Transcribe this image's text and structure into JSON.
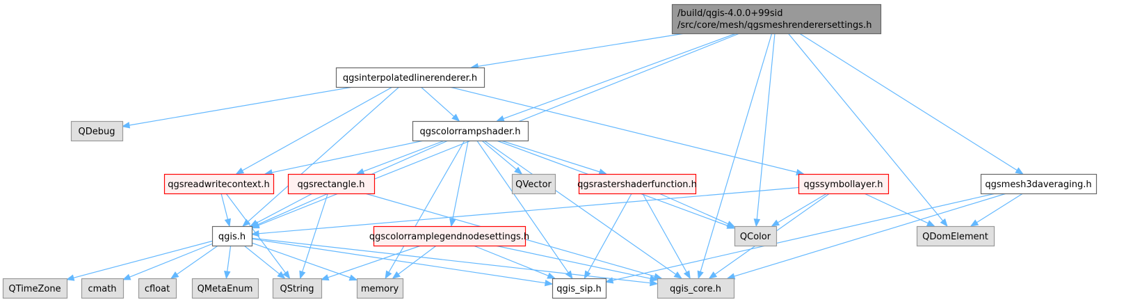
{
  "diagram": {
    "type": "include-dependency-graph",
    "colors": {
      "edge": "#63b8ff",
      "root_fill": "#999999",
      "root_stroke": "#666666",
      "plain_fill": "#ffffff",
      "plain_stroke": "#666666",
      "external_fill": "#e0e0e0",
      "external_stroke": "#999999",
      "truncated_fill": "#fff0f0",
      "truncated_stroke": "#ff0000"
    },
    "nodes": [
      {
        "id": "root",
        "label_lines": [
          "/build/qgis-4.0.0+99sid",
          "/src/core/mesh/qgsmeshrenderersettings.h"
        ],
        "style": "root"
      },
      {
        "id": "qgsinterpolatedlinerenderer",
        "label_lines": [
          "qgsinterpolatedlinerenderer.h"
        ],
        "style": "plain"
      },
      {
        "id": "qgsmesh3daveraging",
        "label_lines": [
          "qgsmesh3daveraging.h"
        ],
        "style": "plain"
      },
      {
        "id": "QDebug",
        "label_lines": [
          "QDebug"
        ],
        "style": "external"
      },
      {
        "id": "qgscolorrampshader",
        "label_lines": [
          "qgscolorrampshader.h"
        ],
        "style": "plain"
      },
      {
        "id": "qgsreadwritecontext",
        "label_lines": [
          "qgsreadwritecontext.h"
        ],
        "style": "truncated"
      },
      {
        "id": "qgsrectangle",
        "label_lines": [
          "qgsrectangle.h"
        ],
        "style": "truncated"
      },
      {
        "id": "QVector",
        "label_lines": [
          "QVector"
        ],
        "style": "external"
      },
      {
        "id": "qgsrastershaderfunction",
        "label_lines": [
          "qgsrastershaderfunction.h"
        ],
        "style": "truncated"
      },
      {
        "id": "qgssymbollayer",
        "label_lines": [
          "qgssymbollayer.h"
        ],
        "style": "truncated"
      },
      {
        "id": "qgis",
        "label_lines": [
          "qgis.h"
        ],
        "style": "plain"
      },
      {
        "id": "qgscolorramplegendnodesettings",
        "label_lines": [
          "qgscolorramplegendnodesettings.h"
        ],
        "style": "truncated"
      },
      {
        "id": "QColor",
        "label_lines": [
          "QColor"
        ],
        "style": "external"
      },
      {
        "id": "QDomElement",
        "label_lines": [
          "QDomElement"
        ],
        "style": "external"
      },
      {
        "id": "QTimeZone",
        "label_lines": [
          "QTimeZone"
        ],
        "style": "external"
      },
      {
        "id": "cmath",
        "label_lines": [
          "cmath"
        ],
        "style": "external"
      },
      {
        "id": "cfloat",
        "label_lines": [
          "cfloat"
        ],
        "style": "external"
      },
      {
        "id": "QMetaEnum",
        "label_lines": [
          "QMetaEnum"
        ],
        "style": "external"
      },
      {
        "id": "QString",
        "label_lines": [
          "QString"
        ],
        "style": "external"
      },
      {
        "id": "memory",
        "label_lines": [
          "memory"
        ],
        "style": "external"
      },
      {
        "id": "qgis_sip",
        "label_lines": [
          "qgis_sip.h"
        ],
        "style": "plain"
      },
      {
        "id": "qgis_core",
        "label_lines": [
          "qgis_core.h"
        ],
        "style": "external"
      }
    ],
    "edges": [
      [
        "root",
        "qgsinterpolatedlinerenderer"
      ],
      [
        "root",
        "qgis"
      ],
      [
        "root",
        "qgscolorrampshader"
      ],
      [
        "root",
        "QColor"
      ],
      [
        "root",
        "QDomElement"
      ],
      [
        "root",
        "qgsmesh3daveraging"
      ],
      [
        "root",
        "qgis_core"
      ],
      [
        "qgsinterpolatedlinerenderer",
        "QDebug"
      ],
      [
        "qgsinterpolatedlinerenderer",
        "qgis"
      ],
      [
        "qgsinterpolatedlinerenderer",
        "qgsreadwritecontext"
      ],
      [
        "qgsinterpolatedlinerenderer",
        "qgscolorrampshader"
      ],
      [
        "qgsinterpolatedlinerenderer",
        "qgssymbollayer"
      ],
      [
        "qgscolorrampshader",
        "qgis"
      ],
      [
        "qgscolorrampshader",
        "qgsreadwritecontext"
      ],
      [
        "qgscolorrampshader",
        "qgsrectangle"
      ],
      [
        "qgscolorrampshader",
        "memory"
      ],
      [
        "qgscolorrampshader",
        "qgscolorramplegendnodesettings"
      ],
      [
        "qgscolorrampshader",
        "qgis_sip"
      ],
      [
        "qgscolorrampshader",
        "QVector"
      ],
      [
        "qgscolorrampshader",
        "qgsrastershaderfunction"
      ],
      [
        "qgscolorrampshader",
        "QColor"
      ],
      [
        "qgscolorrampshader",
        "qgis_core"
      ],
      [
        "qgsreadwritecontext",
        "qgis"
      ],
      [
        "qgsreadwritecontext",
        "QString"
      ],
      [
        "qgsrectangle",
        "qgis"
      ],
      [
        "qgsrectangle",
        "QString"
      ],
      [
        "qgsrectangle",
        "qgis_core"
      ],
      [
        "qgsrastershaderfunction",
        "QColor"
      ],
      [
        "qgsrastershaderfunction",
        "qgis_sip"
      ],
      [
        "qgsrastershaderfunction",
        "qgis_core"
      ],
      [
        "qgssymbollayer",
        "qgis"
      ],
      [
        "qgssymbollayer",
        "QColor"
      ],
      [
        "qgssymbollayer",
        "QDomElement"
      ],
      [
        "qgssymbollayer",
        "qgis_core"
      ],
      [
        "qgsmesh3daveraging",
        "QDomElement"
      ],
      [
        "qgsmesh3daveraging",
        "qgis_sip"
      ],
      [
        "qgsmesh3daveraging",
        "qgis_core"
      ],
      [
        "qgis",
        "QTimeZone"
      ],
      [
        "qgis",
        "cmath"
      ],
      [
        "qgis",
        "cfloat"
      ],
      [
        "qgis",
        "QMetaEnum"
      ],
      [
        "qgis",
        "QString"
      ],
      [
        "qgis",
        "memory"
      ],
      [
        "qgis",
        "qgis_sip"
      ],
      [
        "qgis",
        "qgis_core"
      ],
      [
        "qgscolorramplegendnodesettings",
        "QString"
      ],
      [
        "qgscolorramplegendnodesettings",
        "memory"
      ],
      [
        "qgscolorramplegendnodesettings",
        "qgis_sip"
      ],
      [
        "qgscolorramplegendnodesettings",
        "qgis_core"
      ]
    ]
  }
}
